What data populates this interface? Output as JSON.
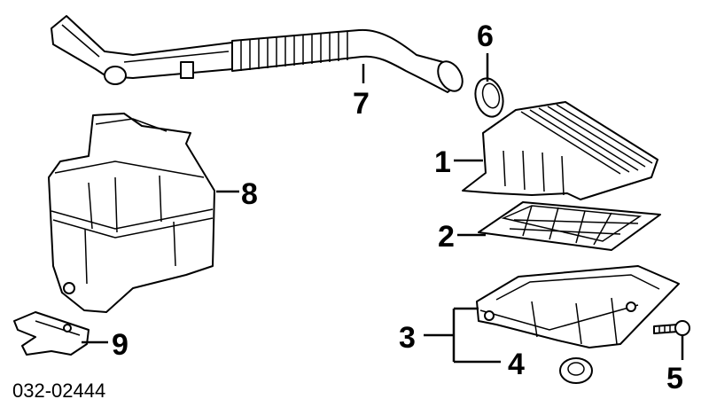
{
  "diagram": {
    "catalog_number": "032-02444",
    "callouts": {
      "c1": "1",
      "c2": "2",
      "c3": "3",
      "c4": "4",
      "c5": "5",
      "c6": "6",
      "c7": "7",
      "c8": "8",
      "c9": "9"
    }
  }
}
